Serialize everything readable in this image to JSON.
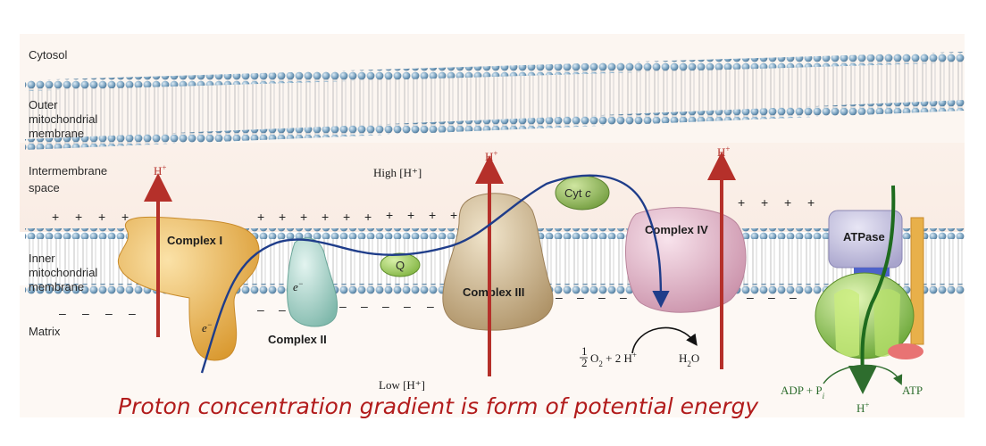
{
  "regions": {
    "cytosol": "Cytosol",
    "outer_membrane": [
      "Outer",
      "mitochondrial",
      "membrane"
    ],
    "intermembrane": [
      "Intermembrane",
      "space"
    ],
    "inner_membrane": [
      "Inner",
      "mitochondrial",
      "membrane"
    ],
    "matrix": "Matrix"
  },
  "gradient": {
    "high": "High [H⁺]",
    "low": "Low [H⁺]"
  },
  "complexes": {
    "c1": "Complex I",
    "c2": "Complex II",
    "c3": "Complex III",
    "c4": "Complex IV",
    "atpase": "ATPase",
    "q": "Q",
    "cytc_prefix": "Cyt ",
    "cytc_suffix": "c"
  },
  "proton": "H",
  "proton_sup": "+",
  "electron": "e",
  "electron_sup": "−",
  "reaction": {
    "frac_num": "1",
    "frac_den": "2",
    "o2": "O",
    "o2_sub": "2",
    "plus_2h": " + 2 H",
    "h2o_h": "H",
    "h2o_sub": "2",
    "h2o_o": "O"
  },
  "atp": {
    "adp": "ADP + P",
    "adp_sub": "i",
    "atp": "ATP"
  },
  "caption": "Proton concentration gradient is form of potential energy",
  "colors": {
    "caption": "#b21c1c",
    "proton_arrow": "#b5302a",
    "electron_path": "#1f3d8a",
    "complex_1": "#e8b04a",
    "complex_2": "#9fcfc4",
    "complex_3": "#c9b188",
    "complex_4": "#e2b6c8",
    "atpase_head": "#8fd14a",
    "membrane_bead": "#7fa7c4"
  }
}
